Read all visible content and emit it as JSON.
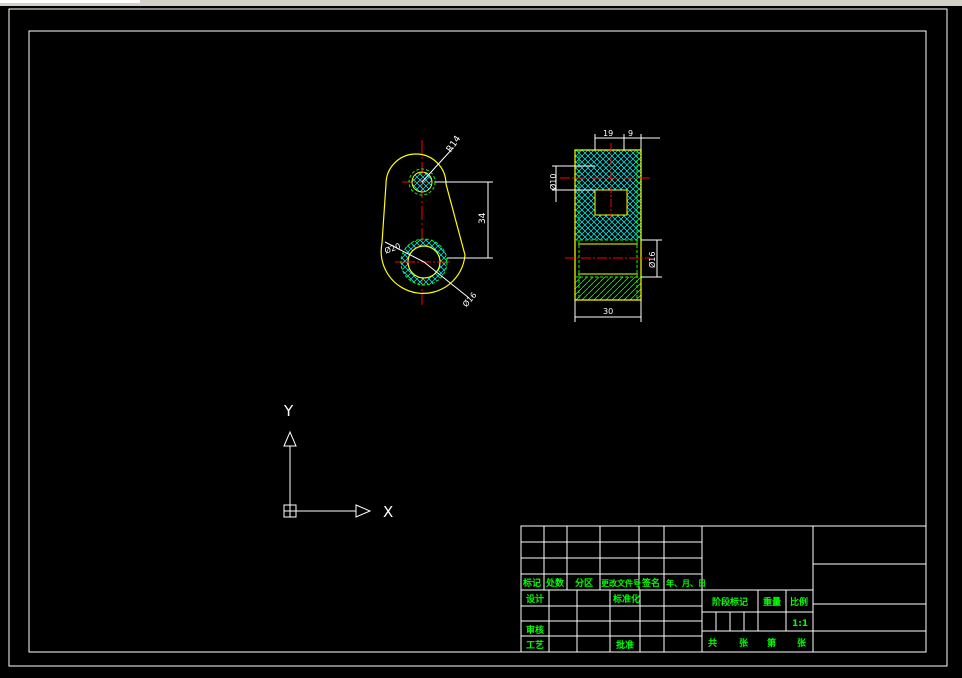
{
  "drawing": {
    "dimensions": {
      "r14": "R14",
      "d20": "Ø20",
      "d16_front": "Ø16",
      "center_dist": "34",
      "w19": "19",
      "w9": "9",
      "d10": "Ø10",
      "d16_side": "Ø16",
      "w30": "30"
    },
    "ucs": {
      "y_label": "Y",
      "x_label": "X"
    }
  },
  "title_block": {
    "header": [
      "标记",
      "处数",
      "分区",
      "更改文件号",
      "签名",
      "年、月、日"
    ],
    "row_design": {
      "design": "设计",
      "standardize": "标准化"
    },
    "row_review": {
      "review": "审核"
    },
    "row_process": {
      "process": "工艺",
      "approve": "批准"
    },
    "stage": {
      "stage_mark": "阶段标记",
      "weight": "重量",
      "scale_label": "比例",
      "scale_value": "1:1"
    },
    "sheets": {
      "total": "共",
      "zhang1": "张",
      "di": "第",
      "zhang2": "张"
    }
  },
  "colors": {
    "background": "#000000",
    "frame": "#ffffff",
    "outline": "#ffff00",
    "centerline": "#ff0000",
    "hatch": "#00ffff",
    "thread": "#00ff00",
    "text": "#00ff00"
  }
}
